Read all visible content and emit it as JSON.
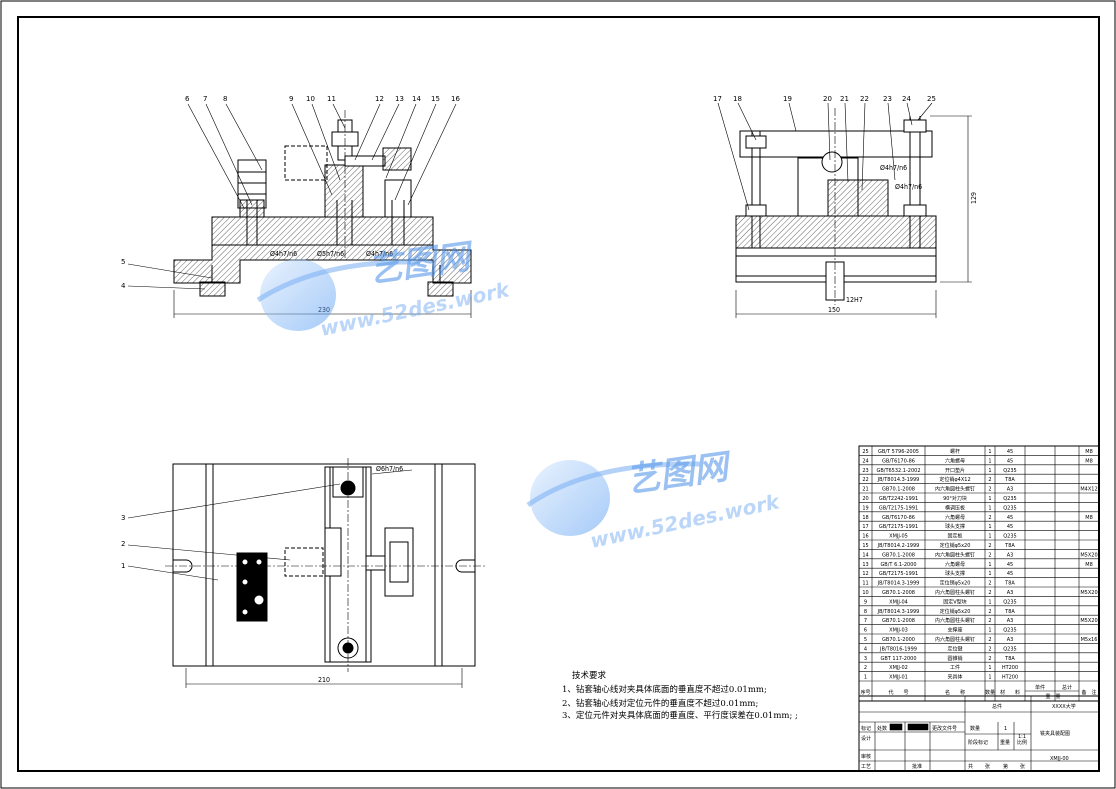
{
  "part_labels_front": [
    "6",
    "7",
    "8",
    "9",
    "10",
    "11",
    "12",
    "13",
    "14",
    "15",
    "16"
  ],
  "part_labels_side": [
    "17",
    "18",
    "19",
    "20",
    "21",
    "22",
    "23",
    "24",
    "25"
  ],
  "part_labels_plan": [
    "3",
    "2",
    "1"
  ],
  "part_labels_left": [
    "5",
    "4"
  ],
  "dims": {
    "front_width": "230",
    "fit_a": "Ø4h7/n6",
    "fit_b": "Ø5h7/n6",
    "fit_c": "Ø4h7/n6",
    "side_width": "150",
    "side_height": "129",
    "side_fit1": "Ø4h7/n6",
    "side_fit2": "Ø4h7/n6",
    "side_key": "12H7",
    "plan_width": "210",
    "plan_fit": "Ø6h7/n6"
  },
  "watermark": {
    "brand": "艺图网",
    "url": "www.52des.work"
  },
  "notes": {
    "title": "技术要求",
    "lines": [
      "1、钻套轴心线对夹具体底面的垂直度不超过0.01mm;",
      "2、钻套轴心线对定位元件的垂直度不超过0.01mm;",
      "3、定位元件对夹具体底面的垂直度、平行度误差在0.01mm; ;"
    ]
  },
  "bom": [
    {
      "no": "25",
      "code": "GB/T 5796-2005",
      "name": "螺杆",
      "qty": "1",
      "mat": "45",
      "note": "M8"
    },
    {
      "no": "24",
      "code": "GB/T6170-86",
      "name": "六角螺母",
      "qty": "1",
      "mat": "45",
      "note": "M8"
    },
    {
      "no": "23",
      "code": "GB/T6532.1-2002",
      "name": "开口垫片",
      "qty": "1",
      "mat": "Q235",
      "note": ""
    },
    {
      "no": "22",
      "code": "JB/T8014.3-1999",
      "name": "定位销φ4X12",
      "qty": "2",
      "mat": "T8A",
      "note": ""
    },
    {
      "no": "21",
      "code": "GB70.1-2008",
      "name": "内六角圆柱头螺钉",
      "qty": "2",
      "mat": "A3",
      "note": "M4X12"
    },
    {
      "no": "20",
      "code": "GB/T2242-1991",
      "name": "90°对刀块",
      "qty": "1",
      "mat": "Q235",
      "note": ""
    },
    {
      "no": "19",
      "code": "GB/T2175-1991",
      "name": "横调压板",
      "qty": "1",
      "mat": "Q235",
      "note": ""
    },
    {
      "no": "18",
      "code": "GB/T6170-86",
      "name": "六角螺母",
      "qty": "2",
      "mat": "45",
      "note": "M8"
    },
    {
      "no": "17",
      "code": "GB/T2175-1991",
      "name": "球头支撑",
      "qty": "1",
      "mat": "45",
      "note": ""
    },
    {
      "no": "16",
      "code": "XMJJ-05",
      "name": "固定板",
      "qty": "1",
      "mat": "Q235",
      "note": ""
    },
    {
      "no": "15",
      "code": "JB/T8014.2-1999",
      "name": "定位销φ5x20",
      "qty": "2",
      "mat": "T8A",
      "note": ""
    },
    {
      "no": "14",
      "code": "GB70.1-2008",
      "name": "内六角圆柱头螺钉",
      "qty": "2",
      "mat": "A3",
      "note": "M5X20"
    },
    {
      "no": "13",
      "code": "GB/T 6.1-2000",
      "name": "六角螺母",
      "qty": "1",
      "mat": "45",
      "note": "M8"
    },
    {
      "no": "12",
      "code": "GB/T2175-1991",
      "name": "球头支撑",
      "qty": "1",
      "mat": "45",
      "note": ""
    },
    {
      "no": "11",
      "code": "JB/T8014.3-1999",
      "name": "定位销φ5x20",
      "qty": "2",
      "mat": "T8A",
      "note": ""
    },
    {
      "no": "10",
      "code": "GB70.1-2008",
      "name": "内六角圆柱头螺钉",
      "qty": "2",
      "mat": "A3",
      "note": "M5X20"
    },
    {
      "no": "9",
      "code": "XMJJ-04",
      "name": "固定V型块",
      "qty": "1",
      "mat": "Q235",
      "note": ""
    },
    {
      "no": "8",
      "code": "JB/T8014.3-1999",
      "name": "定位销φ5x20",
      "qty": "2",
      "mat": "T8A",
      "note": ""
    },
    {
      "no": "7",
      "code": "GB70.1-2008",
      "name": "内六角圆柱头螺钉",
      "qty": "2",
      "mat": "A3",
      "note": "M5X20"
    },
    {
      "no": "6",
      "code": "XMJJ-03",
      "name": "支撑座",
      "qty": "1",
      "mat": "Q235",
      "note": ""
    },
    {
      "no": "5",
      "code": "GB70.1-2000",
      "name": "内六角圆柱头螺钉",
      "qty": "2",
      "mat": "A3",
      "note": "M5x16"
    },
    {
      "no": "4",
      "code": "JB/T8016-1999",
      "name": "定位键",
      "qty": "2",
      "mat": "Q235",
      "note": ""
    },
    {
      "no": "3",
      "code": "GBT 117-2000",
      "name": "圆锥销",
      "qty": "2",
      "mat": "T8A",
      "note": ""
    },
    {
      "no": "2",
      "code": "XMJJ-02",
      "name": "工件",
      "qty": "1",
      "mat": "HT200",
      "note": ""
    },
    {
      "no": "1",
      "code": "XMJJ-01",
      "name": "夹具体",
      "qty": "1",
      "mat": "HT200",
      "note": ""
    }
  ],
  "bom_header": {
    "no": "序号",
    "code": "代　　号",
    "name": "名　　称",
    "qty": "数量",
    "mat": "材　　料",
    "unit": "单件",
    "total": "总计",
    "weight": "重　量",
    "note": "备　注"
  },
  "title_block": {
    "school": "XXXX大学",
    "assembly": "总件",
    "drawing_title": "铣夹具装配图",
    "drawing_no": "XMJJ-00",
    "qty_label": "数量",
    "qty_val": "1",
    "scale_label": "比例",
    "scale_val": "1:1",
    "weight_label": "重量",
    "mark_label": "阶段标记",
    "row1": "标记",
    "row1b": "处数",
    "row1c": "更改文件号",
    "row2": "设计",
    "row3": "审核",
    "row4": "工艺",
    "approve": "批准",
    "sheet_a": "共",
    "sheet_b": "张",
    "sheet_c": "第",
    "sheet_d": "张"
  }
}
